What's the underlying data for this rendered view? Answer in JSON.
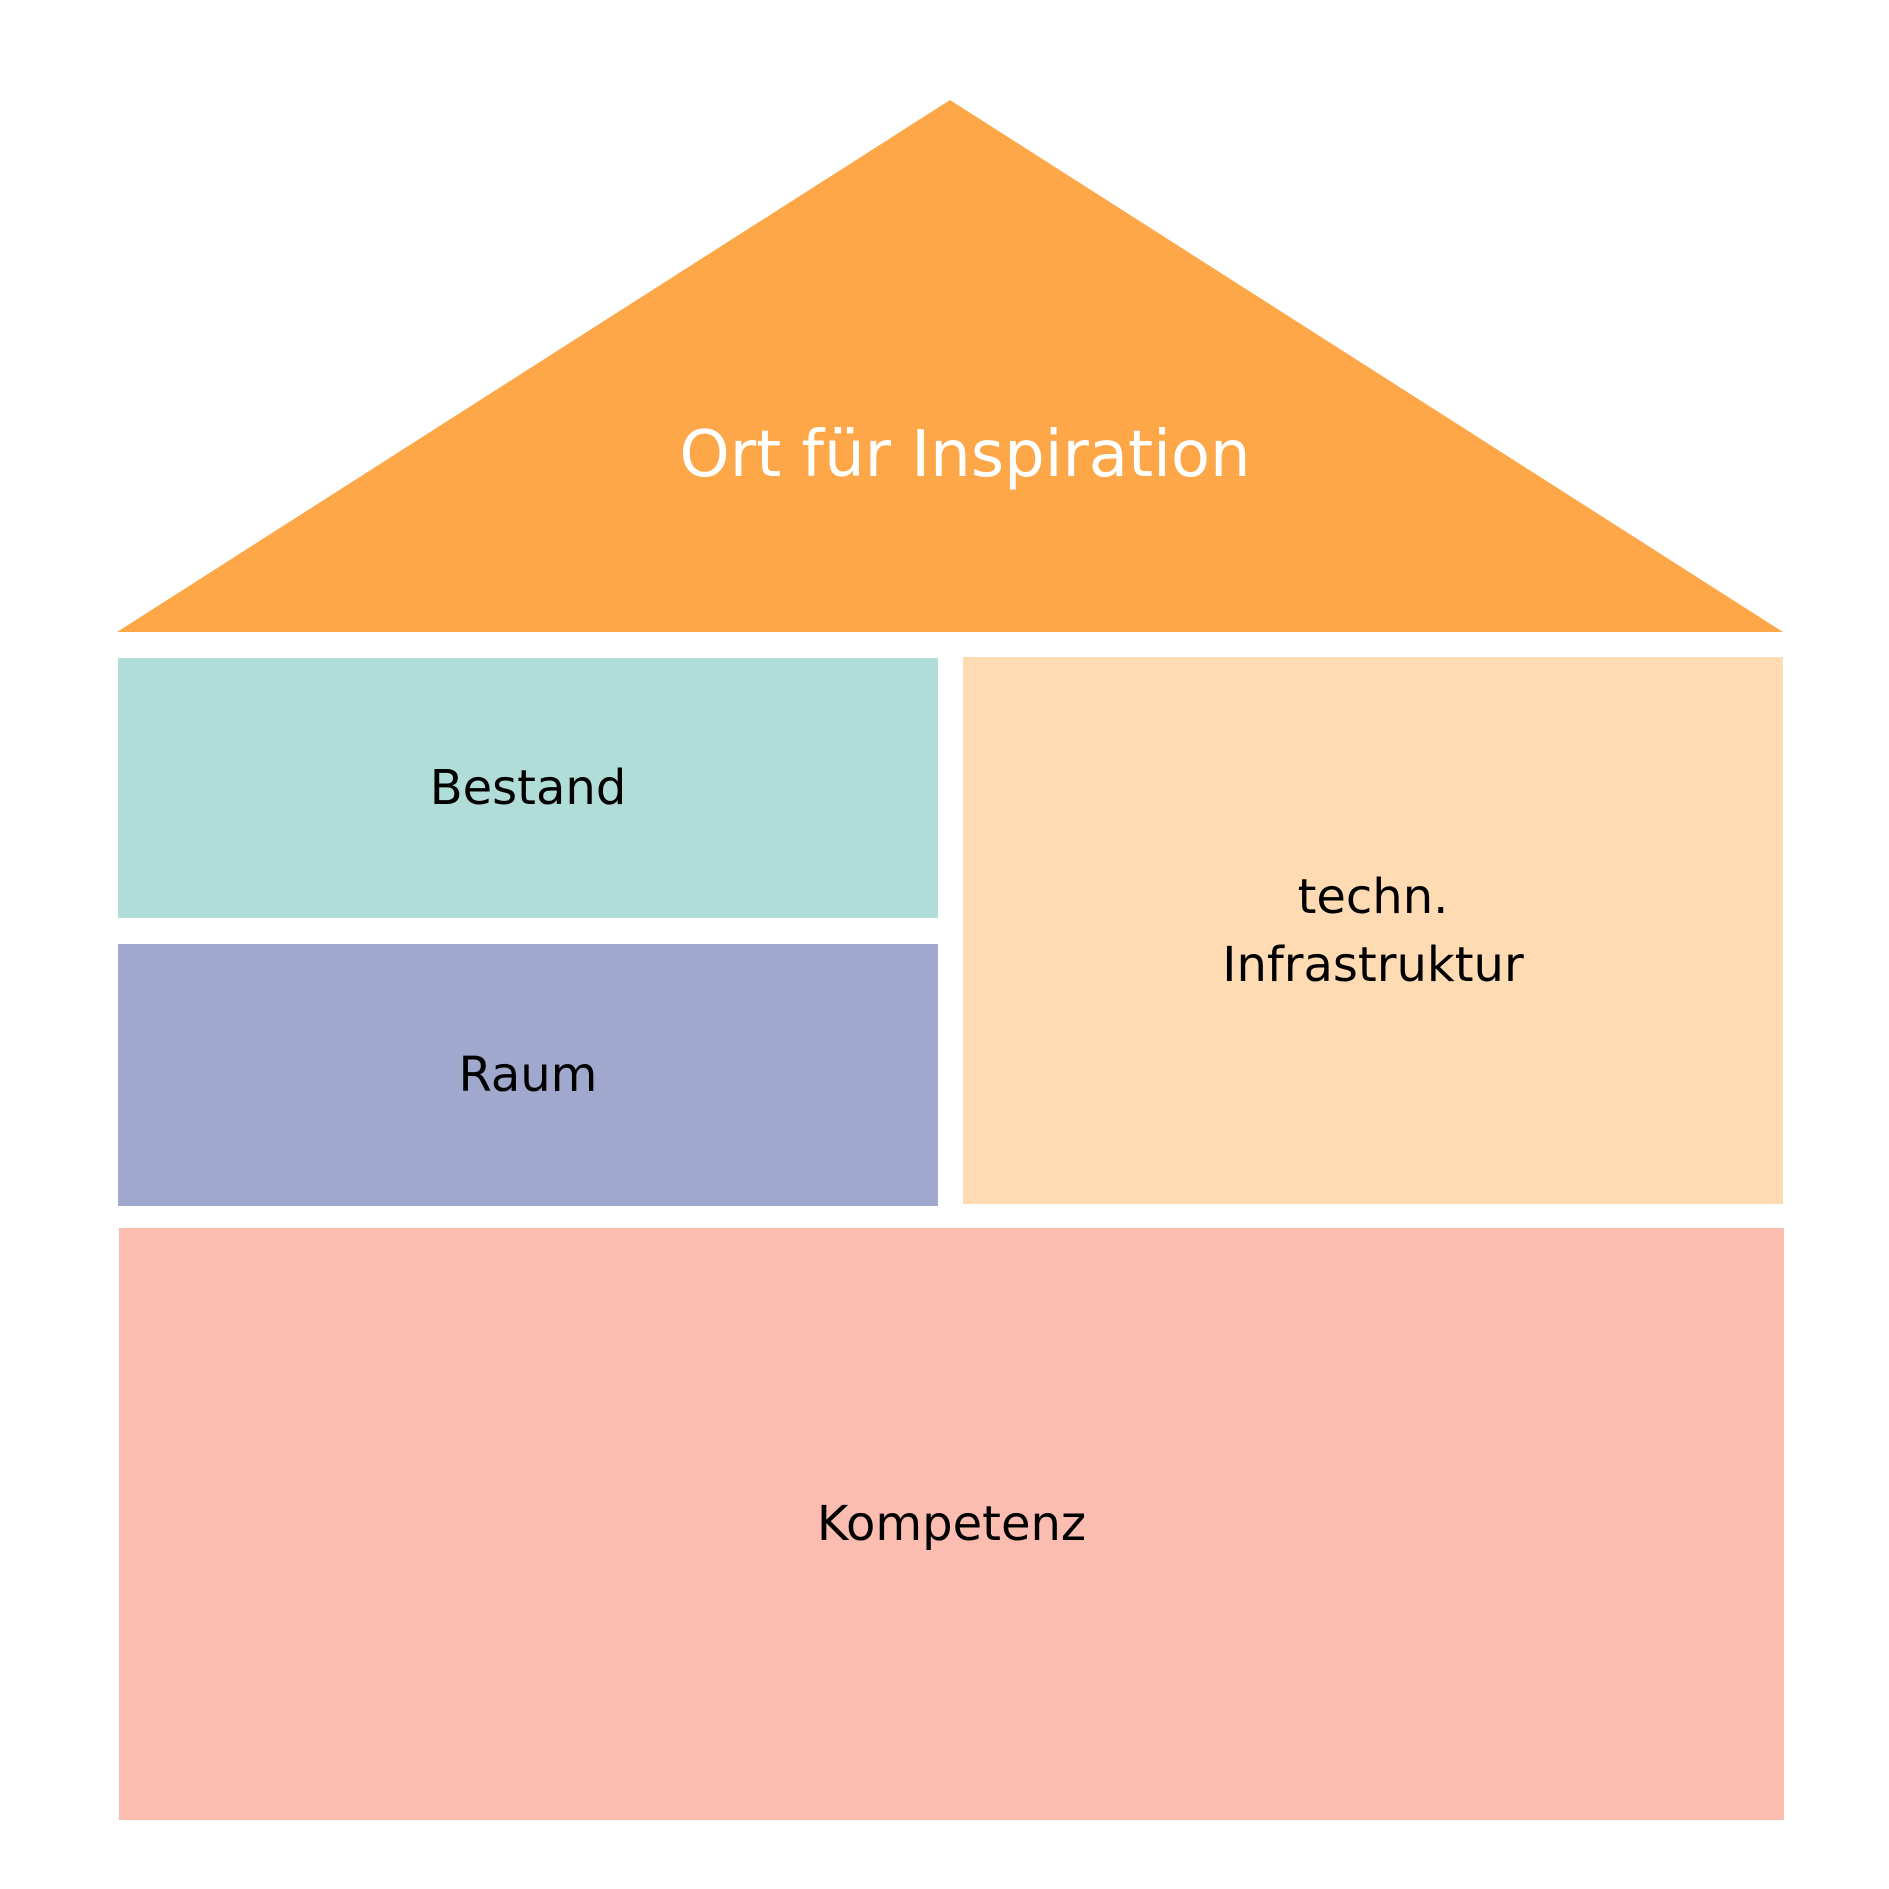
{
  "roof": {
    "label": "Ort für Inspiration",
    "color": "#fea748",
    "text_color": "#ffffff"
  },
  "blocks": {
    "bestand": {
      "label": "Bestand",
      "color": "#b1ddd9"
    },
    "raum": {
      "label": "Raum",
      "color": "#a0a8ce"
    },
    "infrastruktur": {
      "label": "techn.\nInfrastruktur",
      "color": "#fedbb3"
    },
    "kompetenz": {
      "label": "Kompetenz",
      "color": "#fcbdb1"
    }
  }
}
